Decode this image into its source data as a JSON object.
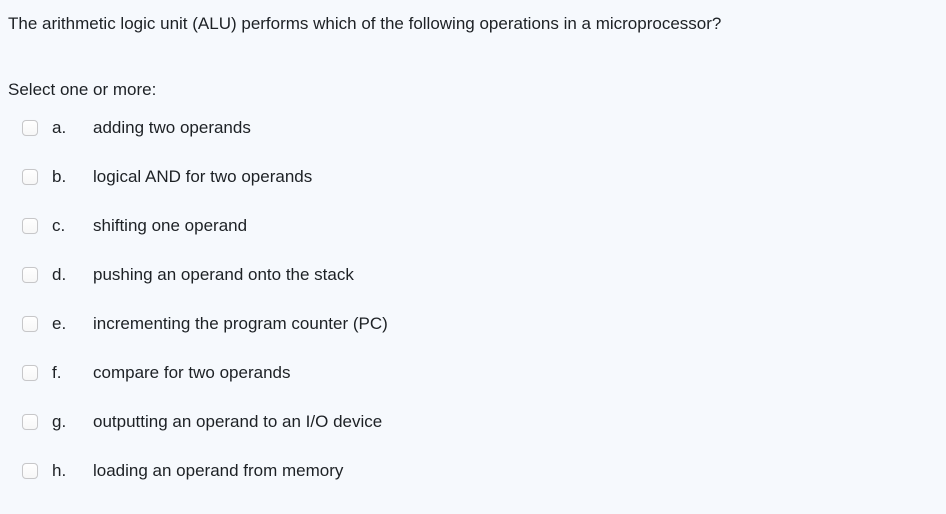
{
  "question": {
    "text": "The arithmetic logic unit (ALU) performs which of the following operations in a microprocessor?",
    "prompt": "Select one or more:",
    "options": [
      {
        "letter": "a.",
        "text": "adding two operands",
        "checked": false
      },
      {
        "letter": "b.",
        "text": "logical AND for two operands",
        "checked": false
      },
      {
        "letter": "c.",
        "text": "shifting one operand",
        "checked": false
      },
      {
        "letter": "d.",
        "text": "pushing an operand onto the stack",
        "checked": false
      },
      {
        "letter": "e.",
        "text": "incrementing the program counter (PC)",
        "checked": false
      },
      {
        "letter": "f.",
        "text": "compare for two operands",
        "checked": false
      },
      {
        "letter": "g.",
        "text": "outputting an operand to an I/O device",
        "checked": false
      },
      {
        "letter": "h.",
        "text": "loading an operand from memory",
        "checked": false
      }
    ]
  },
  "colors": {
    "background": "#f6f9fd",
    "text": "#1d2125",
    "checkbox_border": "#c7c7c9",
    "checkbox_fill": "#ffffff"
  }
}
